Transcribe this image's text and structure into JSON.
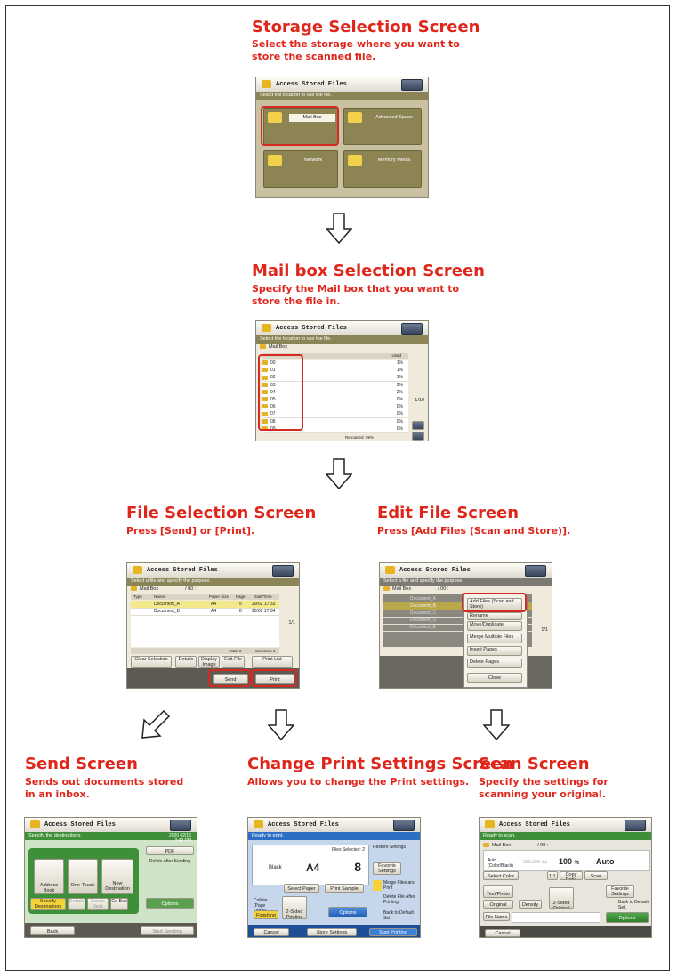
{
  "sections": {
    "storage": {
      "title": "Storage Selection Screen",
      "desc1": "Select the storage where you want to",
      "desc2": "store the scanned file."
    },
    "mailbox": {
      "title": "Mail box Selection Screen",
      "desc1": "Specify the Mail box that you want to",
      "desc2": "store the file in."
    },
    "file": {
      "title": "File Selection Screen",
      "desc1": "Press [Send] or [Print]."
    },
    "edit": {
      "title": "Edit File Screen",
      "desc1": "Press [Add Files (Scan and Store)]."
    },
    "send": {
      "title": "Send Screen",
      "desc1": "Sends out documents stored",
      "desc2": "in an inbox."
    },
    "print": {
      "title": "Change Print Settings Screen",
      "desc1": "Allows you to change the Print settings."
    },
    "scan": {
      "title": "Scan Screen",
      "desc1": "Specify the settings for",
      "desc2": "scanning your original."
    }
  },
  "app_title": "Access Stored Files",
  "storage_screen": {
    "bar": "Select the location to use the file.",
    "mail_box": "Mail Box",
    "advanced_space": "Advanced Space",
    "network": "Network",
    "memory_media": "Memory Media"
  },
  "mailbox_screen": {
    "bar": "Select the location to use the file.",
    "path": "Mail Box",
    "col_used": "Used",
    "rows": [
      "00",
      "01",
      "02",
      "03",
      "04",
      "05",
      "06",
      "07",
      "08",
      "09"
    ],
    "used": [
      "1%",
      "1%",
      "1%",
      "2%",
      "2%",
      "0%",
      "0%",
      "0%",
      "0%",
      "0%"
    ],
    "page": "1/10",
    "remaining": "Remained: 99%"
  },
  "file_screen": {
    "bar": "Select a file and specify the purpose.",
    "path": "Mail Box",
    "path2": "/ 00 :",
    "cols": [
      "Type",
      "Name",
      "Paper Size",
      "Page",
      "Date/Time"
    ],
    "rows": [
      {
        "name": "Document_A",
        "size": "A4",
        "page": "5",
        "date": "20/02  17:33"
      },
      {
        "name": "Document_B",
        "size": "A4",
        "page": "8",
        "date": "20/02  17:34"
      }
    ],
    "page": "1/1",
    "total": "Total: 2",
    "selected": "Selected: 1",
    "clear": "Clear Selection",
    "details": "Details",
    "display": "Display Image",
    "edit": "Edit File",
    "print_list": "Print List",
    "send": "Send",
    "print": "Print"
  },
  "edit_screen": {
    "bar": "Select a file and specify the purpose.",
    "path": "Mail Box",
    "path2": "/ 00 :",
    "menu": [
      "Add Files (Scan and Store)",
      "Rename",
      "Move/Duplicate",
      "Merge Multiple Files",
      "Insert Pages",
      "Delete Pages"
    ],
    "close": "Close",
    "files": [
      "Document_A",
      "Document_B",
      "Document_C",
      "Document_D",
      "Document_E"
    ],
    "page": "1/1"
  },
  "send_screen": {
    "bar": "Specify the destinations.",
    "date": "2020 02/16",
    "time": "3:42 PM",
    "address_book": "Address Book",
    "one_touch": "One-Touch",
    "new_dest": "New Destination",
    "pdf": "PDF",
    "delete_after": "Delete After Sending",
    "specify": "Specify Destinations",
    "details": "Details",
    "delete_dest": "Delete Dest.",
    "cc_bcc": "Cc Bcc",
    "options": "Options",
    "back": "Back",
    "start": "Start Sending"
  },
  "print_screen": {
    "bar": "Ready to print.",
    "files_selected": "Files Selected: 2",
    "color": "Black",
    "paper": "A4",
    "copies": "8",
    "select_paper": "Select Paper",
    "print_sample": "Print Sample",
    "collate": "Collate (Page Order)",
    "finishing": "Finishing",
    "two_sided": "2-Sided Printing",
    "options": "Options",
    "restore": "Restore Settings",
    "favorite": "Favorite Settings",
    "merge": "Merge Files and Print",
    "delete_after": "Delete File After Printing",
    "back_default": "Back to Default Set.",
    "cancel": "Cancel",
    "store_settings": "Store Settings",
    "start_printing": "Start Printing"
  },
  "scan_screen": {
    "bar": "Ready to scan.",
    "path": "Mail Box",
    "path2": "/ 00 :",
    "color_mode": "Auto (Color/Black)",
    "resolution": "300x300 dpi",
    "ratio": "100",
    "percent": "%",
    "size": "Auto",
    "select_color": "Select Color",
    "one_to_one": "1:1",
    "copy_ratio": "Copy Ratio",
    "scan_size": "Scan Size",
    "favorite": "Favorite Settings",
    "original_type": "Original Type",
    "text_photo": "Text/Photo",
    "density": "Density",
    "two_sided": "2-Sided Original",
    "back_default": "Back to Default Set.",
    "file_name": "File Name",
    "options": "Options",
    "cancel": "Cancel"
  }
}
